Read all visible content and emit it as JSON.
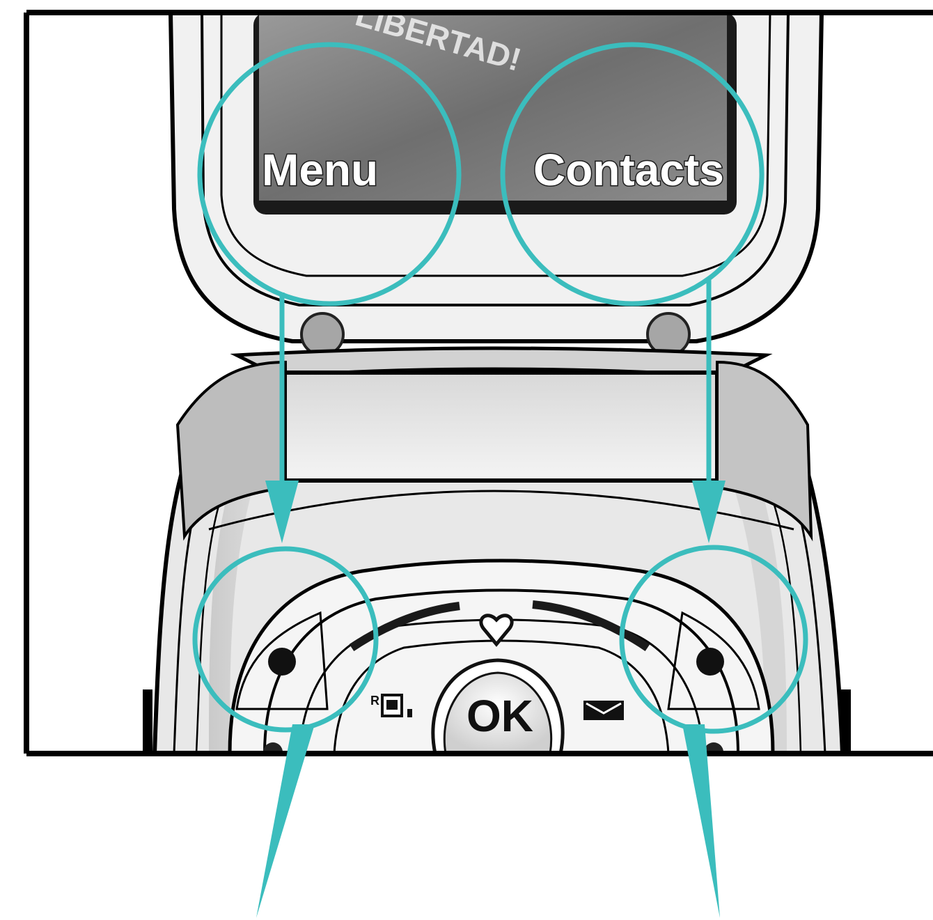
{
  "screen": {
    "wallpaper_text": "LIBERTAD!",
    "left_softkey_label": "Menu",
    "right_softkey_label": "Contacts"
  },
  "keypad": {
    "ok_label": "OK"
  },
  "icons": {
    "up": "heart-icon",
    "left": "camera-icon",
    "right": "message-icon"
  },
  "colors": {
    "callout": "#3bbdbd",
    "frame": "#000000",
    "screen": "#8a8a8a"
  }
}
